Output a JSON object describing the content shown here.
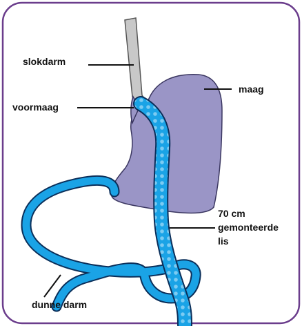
{
  "labels": {
    "slokdarm": "slokdarm",
    "voormaag": "voormaag",
    "maag": "maag",
    "lis_line1": "70 cm",
    "lis_line2": "gemonteerde",
    "lis_line3": "lis",
    "dunne_darm": "dunne darm"
  },
  "colors": {
    "frame_border": "#6b3d8c",
    "stomach_fill": "#9a95c6",
    "esophagus_fill": "#c8c8c8",
    "intestine_blue": "#1aa3e6",
    "intestine_dots": "#7ccbf2",
    "leader_lines": "#111111"
  }
}
